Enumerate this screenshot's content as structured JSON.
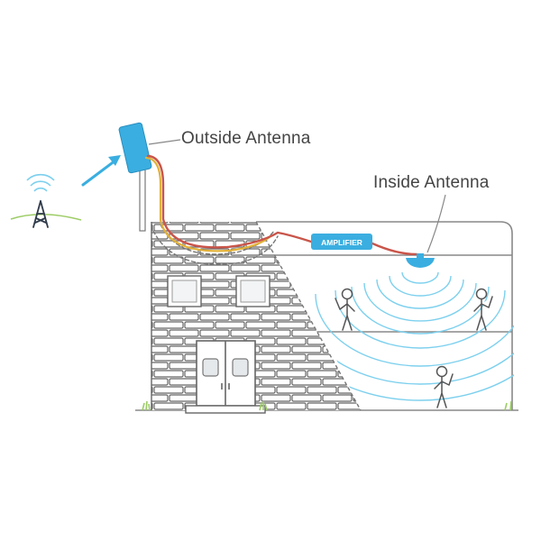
{
  "labels": {
    "outside_antenna": "Outside Antenna",
    "inside_antenna": "Inside Antenna",
    "amplifier": "AMPLIFIER"
  },
  "colors": {
    "antenna_blue": "#3aaee0",
    "cable_red": "#c9554a",
    "cable_yellow": "#e2b23a",
    "wall_stroke": "#666666",
    "wave_blue": "#7dd0ee",
    "outline": "#555555",
    "grass": "#9ccc65"
  },
  "icons": [
    "cell-tower-icon",
    "person-icon",
    "door-icon",
    "window-icon",
    "signal-wave-icon"
  ]
}
